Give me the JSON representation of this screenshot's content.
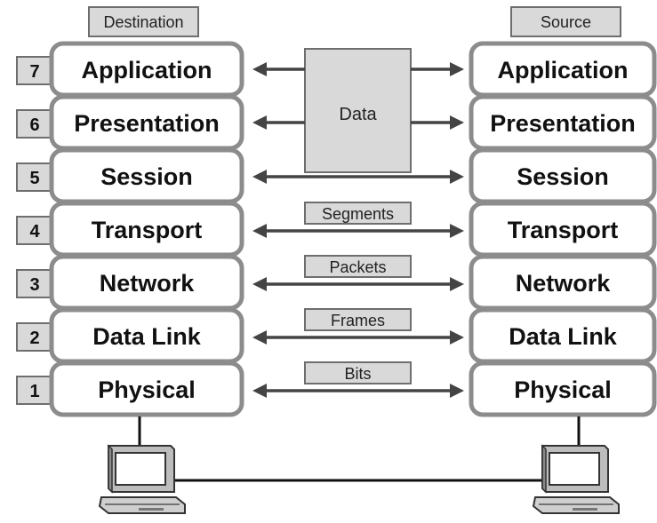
{
  "headers": {
    "destination": "Destination",
    "source": "Source"
  },
  "layers": [
    {
      "number": "7",
      "name": "Application"
    },
    {
      "number": "6",
      "name": "Presentation"
    },
    {
      "number": "5",
      "name": "Session"
    },
    {
      "number": "4",
      "name": "Transport"
    },
    {
      "number": "3",
      "name": "Network"
    },
    {
      "number": "2",
      "name": "Data Link"
    },
    {
      "number": "1",
      "name": "Physical"
    }
  ],
  "pdus": {
    "data": "Data",
    "segments": "Segments",
    "packets": "Packets",
    "frames": "Frames",
    "bits": "Bits"
  },
  "colors": {
    "layer_border": "#8c8c8c",
    "label_fill": "#d9d9d9",
    "arrow": "#444444"
  },
  "icons": {
    "destination_host": "computer-icon",
    "source_host": "computer-icon"
  }
}
